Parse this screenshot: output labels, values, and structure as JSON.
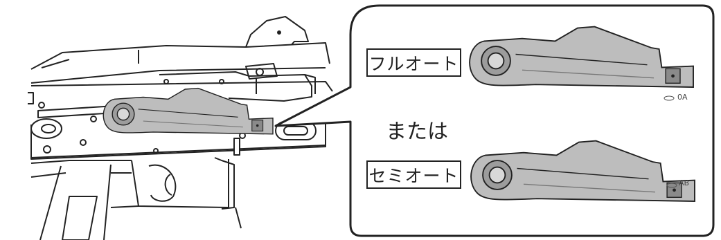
{
  "labels": {
    "full_auto": "フルオート",
    "or": "または",
    "semi_auto": "セミオート"
  },
  "marks": {
    "full_auto_mark": "0A",
    "semi_auto_mark": "AB"
  },
  "colors": {
    "line": "#222222",
    "lever_fill": "#bdbdbd",
    "lever_dark": "#8a8a8a",
    "background": "#ffffff"
  },
  "icons": [
    "rifle-receiver-drawing",
    "selector-lever-icon"
  ]
}
